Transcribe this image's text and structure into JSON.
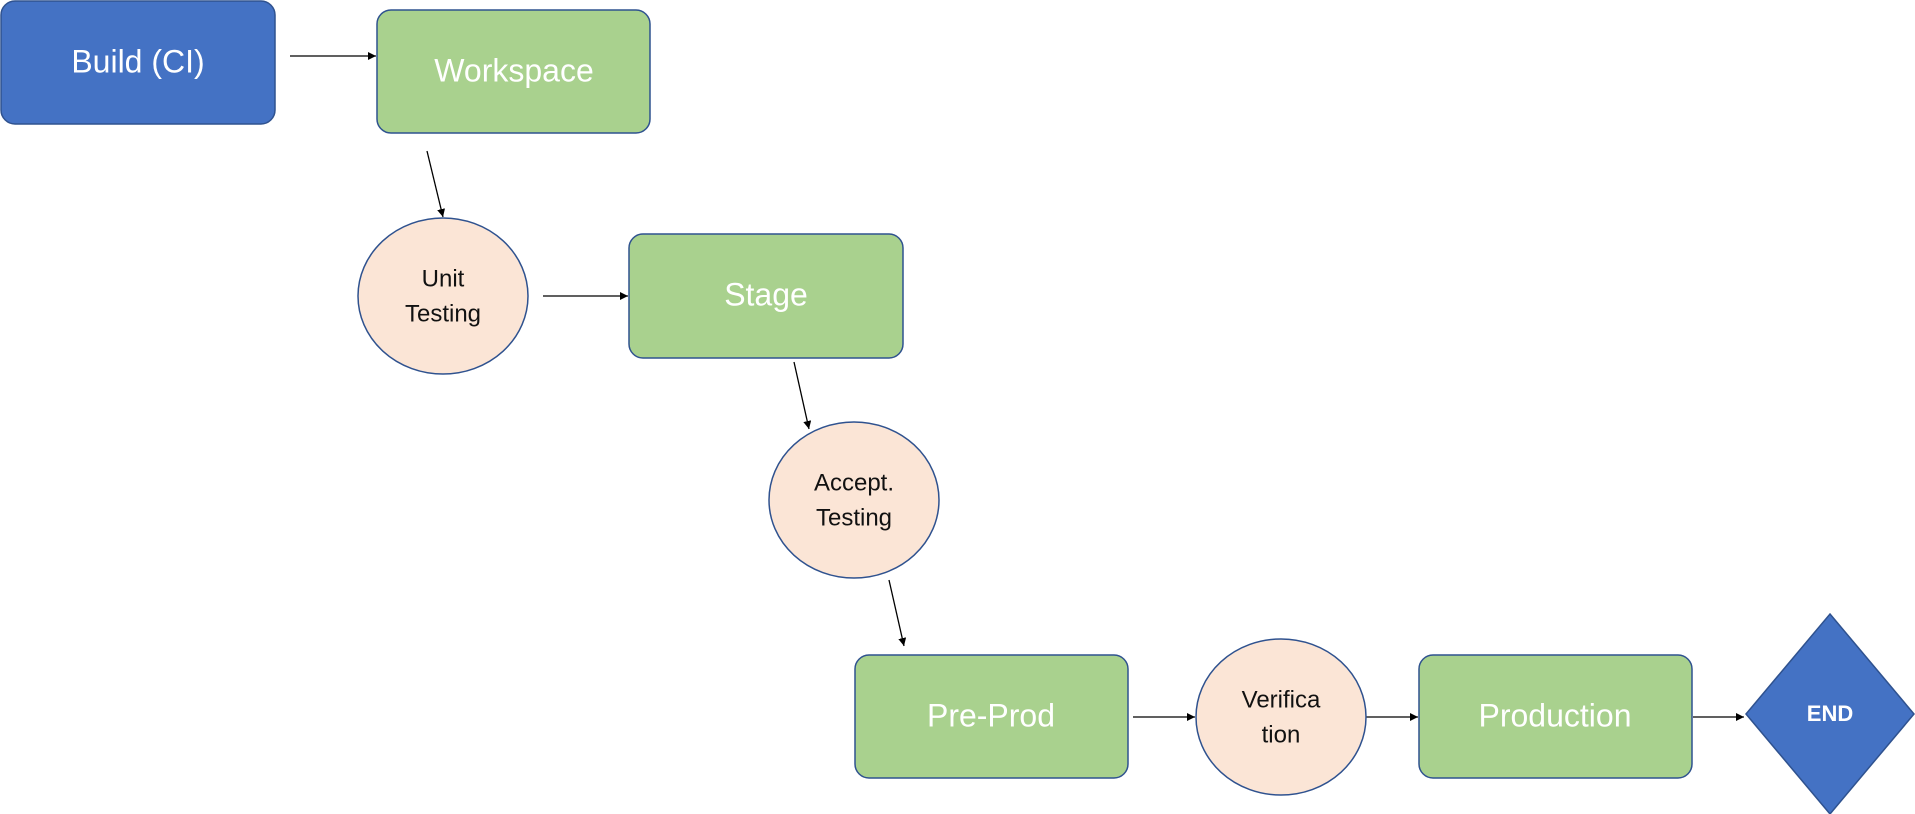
{
  "diagram": {
    "nodes": {
      "build": {
        "label": "Build (CI)",
        "shape": "rounded-rect",
        "fill": "#4472C4",
        "stroke": "#2F528F",
        "text_color": "#FFFFFF"
      },
      "workspace": {
        "label": "Workspace",
        "shape": "rounded-rect",
        "fill": "#A9D18E",
        "stroke": "#2F528F",
        "text_color": "#FFFFFF"
      },
      "unit_testing": {
        "label_lines": [
          "Unit",
          "Testing"
        ],
        "shape": "ellipse",
        "fill": "#FBE5D6",
        "stroke": "#2F528F",
        "text_color": "#000000"
      },
      "stage": {
        "label": "Stage",
        "shape": "rounded-rect",
        "fill": "#A9D18E",
        "stroke": "#2F528F",
        "text_color": "#FFFFFF"
      },
      "accept_testing": {
        "label_lines": [
          "Accept.",
          "Testing"
        ],
        "shape": "ellipse",
        "fill": "#FBE5D6",
        "stroke": "#2F528F",
        "text_color": "#000000"
      },
      "pre_prod": {
        "label": "Pre-Prod",
        "shape": "rounded-rect",
        "fill": "#A9D18E",
        "stroke": "#2F528F",
        "text_color": "#FFFFFF"
      },
      "verification": {
        "label_lines": [
          "Verifica",
          "tion"
        ],
        "shape": "ellipse",
        "fill": "#FBE5D6",
        "stroke": "#2F528F",
        "text_color": "#000000"
      },
      "production": {
        "label": "Production",
        "shape": "rounded-rect",
        "fill": "#A9D18E",
        "stroke": "#2F528F",
        "text_color": "#FFFFFF"
      },
      "end": {
        "label": "END",
        "shape": "diamond",
        "fill": "#4472C4",
        "stroke": "#2F528F",
        "text_color": "#FFFFFF"
      }
    },
    "edges": [
      {
        "from": "build",
        "to": "workspace"
      },
      {
        "from": "workspace",
        "to": "unit_testing"
      },
      {
        "from": "unit_testing",
        "to": "stage"
      },
      {
        "from": "stage",
        "to": "accept_testing"
      },
      {
        "from": "accept_testing",
        "to": "pre_prod"
      },
      {
        "from": "pre_prod",
        "to": "verification"
      },
      {
        "from": "verification",
        "to": "production"
      },
      {
        "from": "production",
        "to": "end"
      }
    ]
  }
}
